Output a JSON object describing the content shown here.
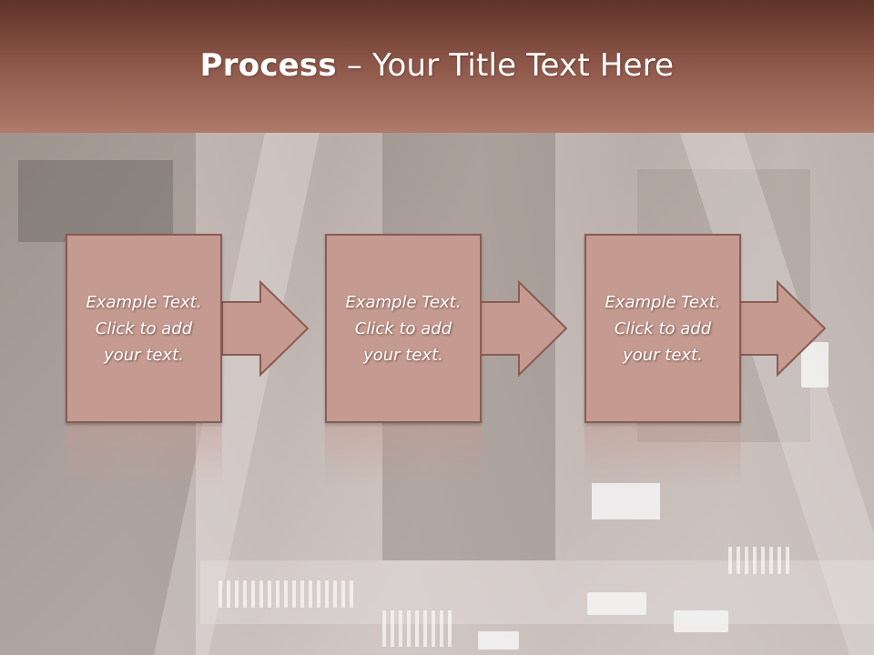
{
  "slide": {
    "title_bold": "Process",
    "title_sep": " – ",
    "title_rest": "Your Title Text Here"
  },
  "steps": [
    {
      "text": "Example Text.\nClick  to add\nyour text."
    },
    {
      "text": "Example Text.\nClick  to add\nyour text."
    },
    {
      "text": "Example Text.\nClick  to add\nyour text."
    }
  ],
  "colors": {
    "title_band_top": "#5e3328",
    "title_band_bottom": "#b07a6b",
    "step_fill": "#c59a90",
    "step_border": "#8a5c52"
  }
}
